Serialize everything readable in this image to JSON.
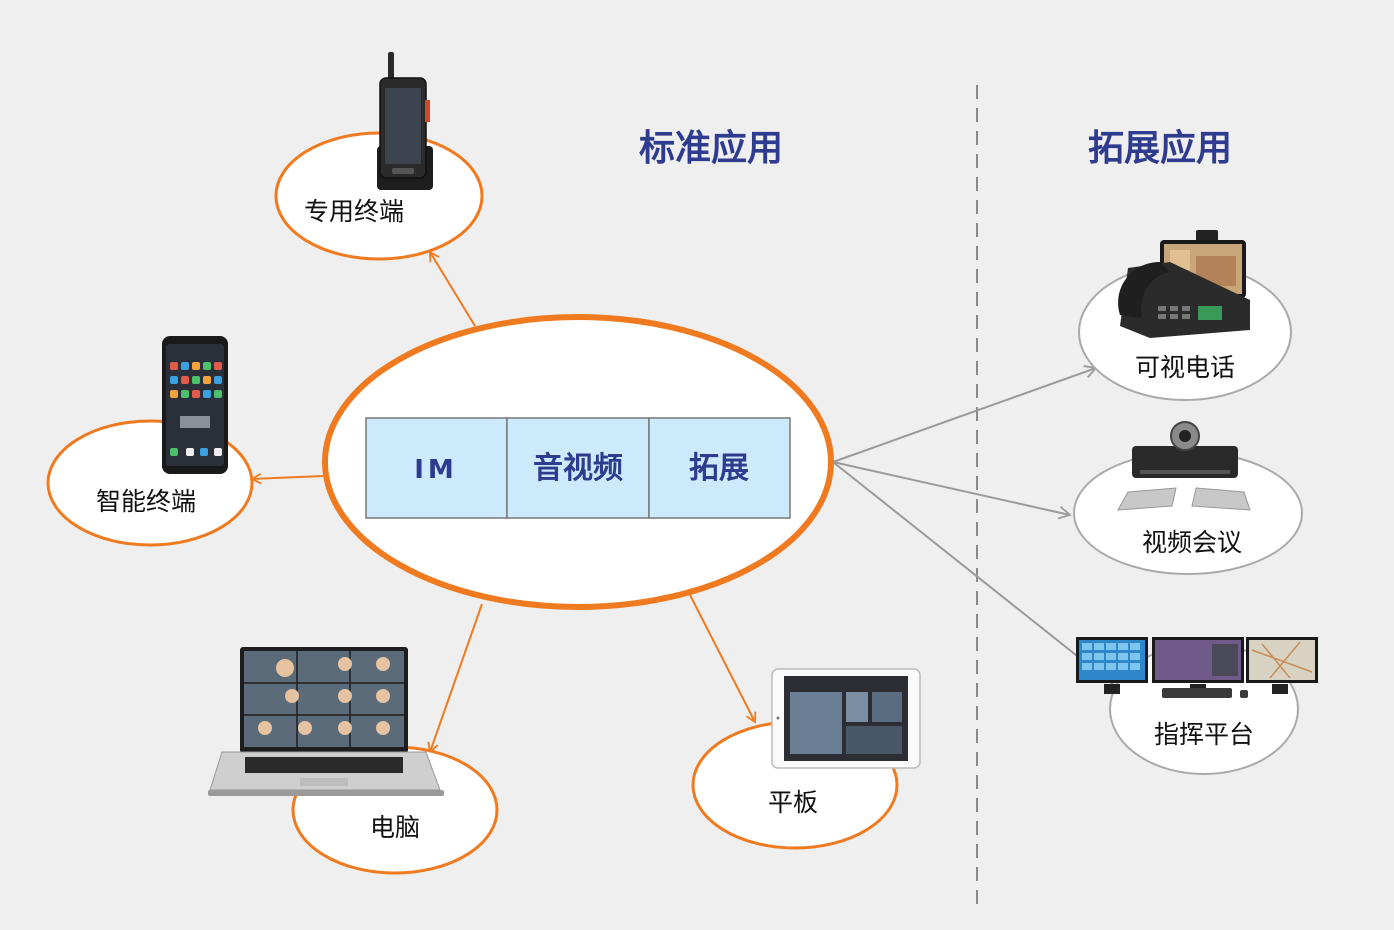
{
  "sections": {
    "standard": "标准应用",
    "extended": "拓展应用"
  },
  "core": {
    "segments": [
      "IM",
      "音视频",
      "拓展"
    ]
  },
  "standard_nodes": [
    {
      "label": "专用终端",
      "icon": "rugged-handheld-icon"
    },
    {
      "label": "智能终端",
      "icon": "smartphone-icon"
    },
    {
      "label": "电脑",
      "icon": "laptop-video-call-icon"
    },
    {
      "label": "平板",
      "icon": "tablet-icon"
    }
  ],
  "extended_nodes": [
    {
      "label": "可视电话",
      "icon": "video-phone-icon"
    },
    {
      "label": "视频会议",
      "icon": "conference-camera-icon"
    },
    {
      "label": "指挥平台",
      "icon": "command-console-icon"
    }
  ],
  "colors": {
    "accent_orange": "#f07a1f",
    "title_blue": "#2e3b8e",
    "core_cell": "#cdeafc",
    "connector_gray": "#9a9a9a",
    "background": "#efefef"
  }
}
